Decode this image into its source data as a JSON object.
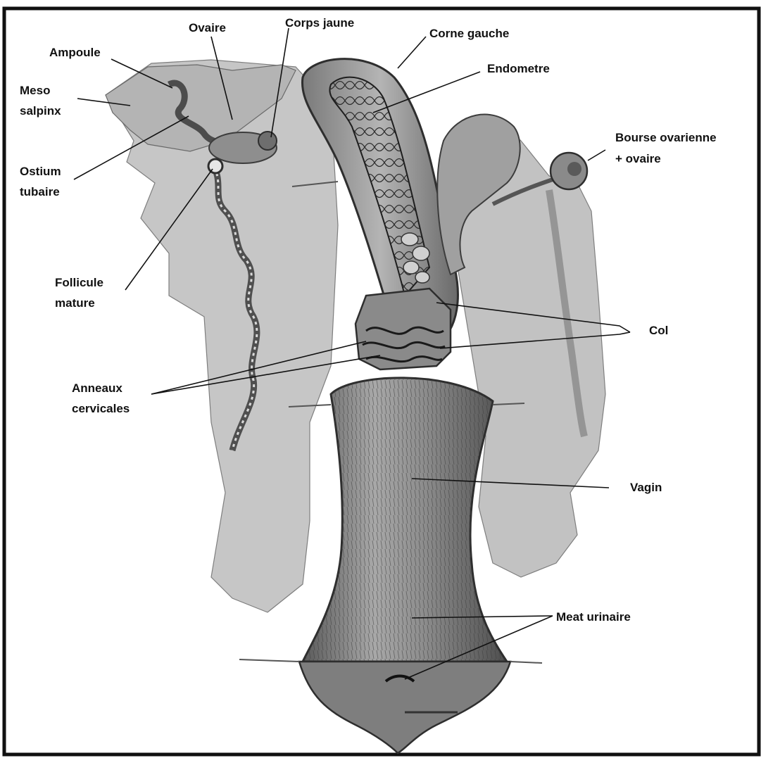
{
  "labels": {
    "ampoule": "Ampoule",
    "ovaire": "Ovaire",
    "corps_jaune": "Corps jaune",
    "corne_gauche": "Corne gauche",
    "endometre": "Endometre",
    "meso_salpinx_1": "Meso",
    "meso_salpinx_2": "salpinx",
    "ostium_tubaire_1": "Ostium",
    "ostium_tubaire_2": "tubaire",
    "bourse_ovarienne_1": "Bourse ovarienne",
    "bourse_ovarienne_2": "+ ovaire",
    "follicule_mature_1": "Follicule",
    "follicule_mature_2": "mature",
    "col": "Col",
    "anneaux_cervicales_1": "Anneaux",
    "anneaux_cervicales_2": "cervicales",
    "vagin": "Vagin",
    "meat_urinaire": "Meat urinaire"
  },
  "colors": {
    "frame": "#111111",
    "tissue_light": "#c9c9c9",
    "tissue_mid": "#9a9a9a",
    "tissue_dark": "#4a4a4a"
  }
}
